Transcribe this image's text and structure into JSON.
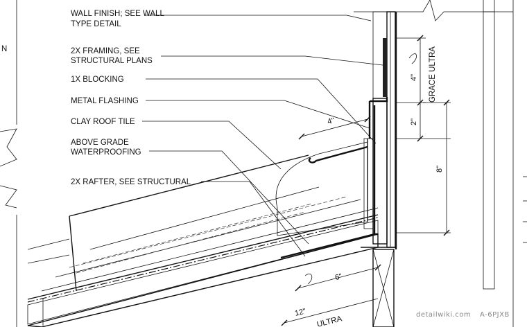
{
  "callouts": [
    {
      "id": "wall-finish",
      "lines": [
        "WALL FINISH; SEE WALL",
        "TYPE DETAIL"
      ]
    },
    {
      "id": "framing",
      "lines": [
        "2X FRAMING, SEE",
        "STRUCTURAL PLANS"
      ]
    },
    {
      "id": "blocking",
      "lines": [
        "1X BLOCKING"
      ]
    },
    {
      "id": "flashing",
      "lines": [
        "METAL FLASHING"
      ]
    },
    {
      "id": "tile",
      "lines": [
        "CLAY ROOF TILE"
      ]
    },
    {
      "id": "waterproofing",
      "lines": [
        "ABOVE GRADE",
        "WATERPROOFING"
      ]
    },
    {
      "id": "rafter",
      "lines": [
        "2X RAFTER, SEE STRUCTURAL"
      ]
    }
  ],
  "dimensions": {
    "d4_top": "4\"",
    "d4_slope": "4\"",
    "d2": "2\"",
    "d8": "8\"",
    "d6": "6\"",
    "d12": "12\""
  },
  "product_labels": {
    "grace_vertical": "GRACE ULTRA",
    "grace_bottom": "ULTRA"
  },
  "edge_marks": {
    "left_n": "N"
  },
  "watermark": {
    "site": "detailwiki.com",
    "code": "A-6PJXB"
  }
}
